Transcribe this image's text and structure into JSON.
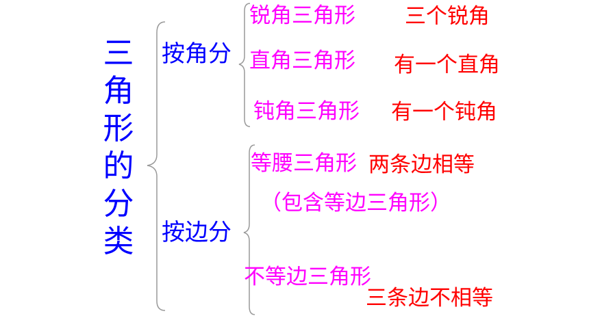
{
  "root": {
    "chars": [
      "三",
      "角",
      "形",
      "的",
      "分",
      "类"
    ]
  },
  "angle_group": {
    "label": "按角分",
    "items": [
      {
        "type": "锐角三角形",
        "desc": "三个锐角"
      },
      {
        "type": "直角三角形",
        "desc": "有一个直角"
      },
      {
        "type": "钝角三角形",
        "desc": "有一个钝角"
      }
    ]
  },
  "side_group": {
    "label": "按边分",
    "items": [
      {
        "type": "等腰三角形",
        "desc": "两条边相等",
        "note": "（包含等边三角形）"
      },
      {
        "type": "不等边三角形",
        "desc": "三条边不相等"
      }
    ]
  },
  "colors": {
    "root": "#0000ff",
    "category": "#0000ff",
    "type": "#ff00ff",
    "description": "#ff0000",
    "brace": "#999999"
  }
}
